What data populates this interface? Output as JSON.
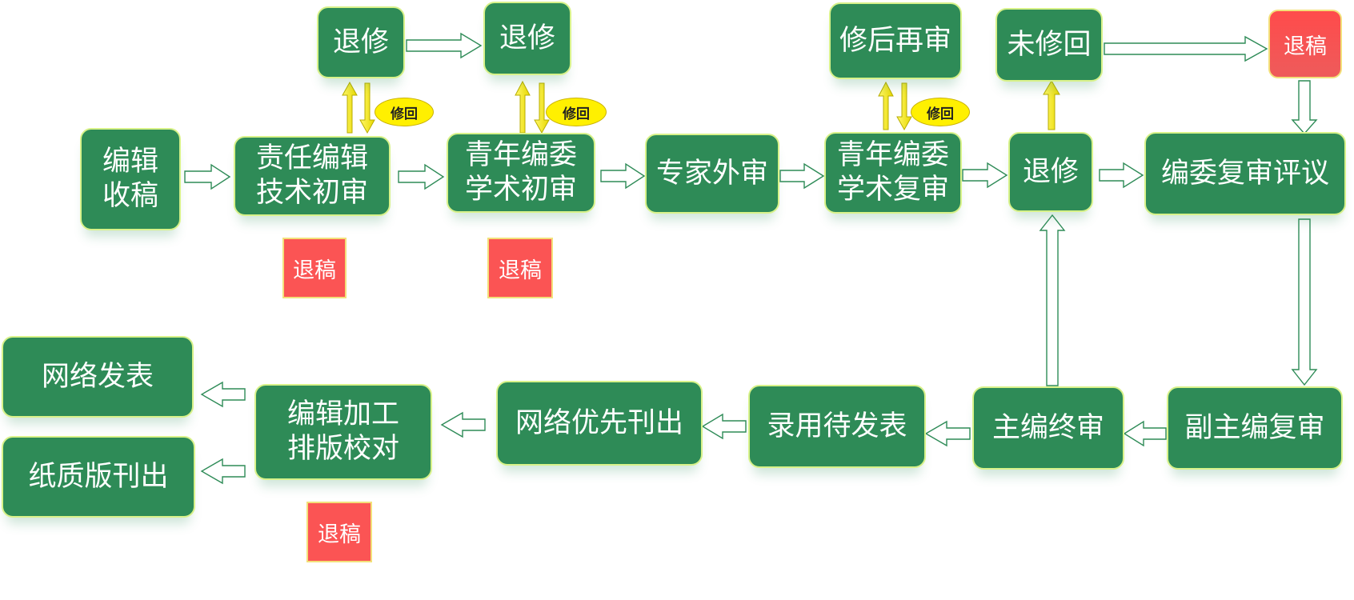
{
  "nodes": {
    "receive": "编辑\n收稿",
    "tech_review": "责任编辑\n技术初审",
    "young_initial": "青年编委\n学术初审",
    "expert": "专家外审",
    "young_second": "青年编委\n学术复审",
    "revise_main": "退修",
    "board_review": "编委复审评议",
    "revise_1": "退修",
    "revise_2": "退修",
    "re_review": "修后再审",
    "not_returned": "未修回",
    "deputy_editor": "副主编复审",
    "chief_editor": "主编终审",
    "accepted": "录用待发表",
    "online_first": "网络优先刊出",
    "editing": "编辑加工\n排版校对",
    "online_publish": "网络发表",
    "print_publish": "纸质版刊出"
  },
  "rejects": {
    "after_tech": "退稿",
    "after_young": "退稿",
    "after_editing": "退稿",
    "after_not_returned": "退稿"
  },
  "badges": {
    "revise_return_1": "修回",
    "revise_return_2": "修回",
    "revise_return_3": "修回"
  },
  "colors": {
    "node_fill": "#2e8b57",
    "node_border": "#d8f28a",
    "reject_fill": "#fb5454",
    "badge_fill": "#fff000",
    "flow_arrow": "#2e8b57",
    "yellow_arrow": "#ffff33"
  }
}
